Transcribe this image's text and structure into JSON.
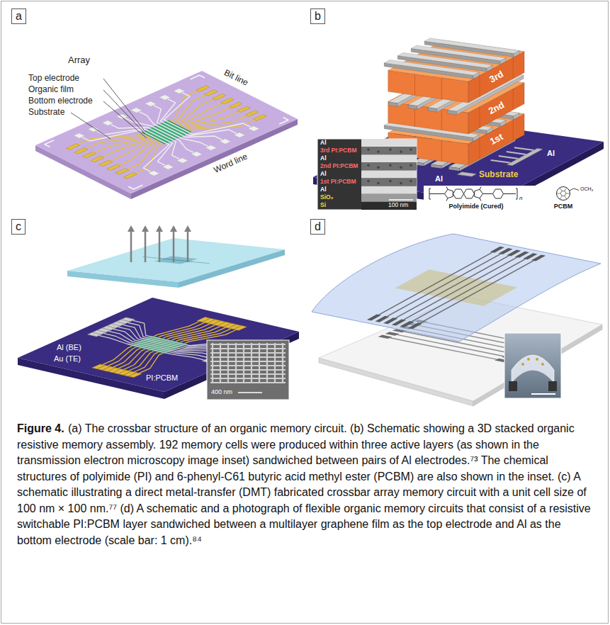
{
  "diagram": {
    "title": "Figure 4.",
    "caption": "(a) The crossbar structure of an organic memory circuit. (b) Schematic showing a 3D stacked organic resistive memory assembly. 192 memory cells were produced within three active layers (as shown in the transmission electron microscopy image inset) sandwiched between pairs of Al electrodes.⁷³ The chemical structures of polyimide (PI) and 6-phenyl-C61 butyric acid methyl ester (PCBM) are also shown in the inset. (c) A schematic illustrating a direct metal-transfer (DMT) fabricated crossbar array memory circuit with a unit cell size of 100 nm × 100 nm.⁷⁷ (d) A schematic and a photograph of flexible organic memory circuits that consist of a resistive switchable PI:PCBM layer sandwiched between a multilayer graphene film as the top electrode and Al as the bottom electrode (scale bar: 1 cm).⁸⁴",
    "nodes": [
      {
        "text": [
          "a"
        ]
      },
      {
        "text": [
          "b"
        ]
      },
      {
        "text": [
          "c"
        ]
      },
      {
        "text": [
          "d"
        ]
      }
    ],
    "labels": [
      "Array",
      "Top electrode",
      "Organic film",
      "Bottom electrode",
      "Substrate",
      "Bit line",
      "Word line",
      "3rd",
      "2nd",
      "1st",
      "Al",
      "Al",
      "Substrate",
      "Al",
      "3rd PI:PCBM",
      "Al",
      "2nd PI:PCBM",
      "Al",
      "1st PI:PCBM",
      "Al",
      "SiO₂",
      "Si",
      "100 nm",
      "Polyimide (Cured)",
      "n",
      "PCBM",
      "OCH₃",
      "Al (BE)",
      "Au (TE)",
      "PI:PCBM",
      "400 nm"
    ]
  }
}
